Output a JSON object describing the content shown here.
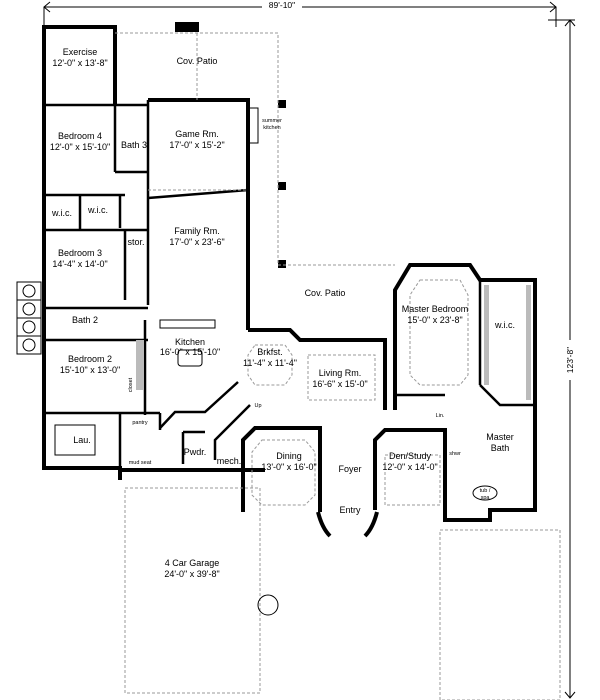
{
  "dimensions": {
    "width": "89'-10\"",
    "depth": "123'-8\""
  },
  "rooms": {
    "exercise": {
      "name": "Exercise",
      "size": "12'-0\" x 13'-8\""
    },
    "cov_patio_top": {
      "name": "Cov. Patio"
    },
    "bedroom4": {
      "name": "Bedroom 4",
      "size": "12'-0\" x 15'-10\""
    },
    "bath3": {
      "name": "Bath 3"
    },
    "game": {
      "name": "Game Rm.",
      "size": "17'-0\" x 15'-2\""
    },
    "summer_kitchen": {
      "line1": "summer",
      "line2": "kitchen"
    },
    "wic_left": {
      "name": "w.i.c."
    },
    "wic_right": {
      "name": "w.i.c."
    },
    "family": {
      "name": "Family Rm.",
      "size": "17'-0\" x 23'-6\""
    },
    "stor": {
      "name": "stor."
    },
    "bedroom3": {
      "name": "Bedroom 3",
      "size": "14'-4\" x 14'-0\""
    },
    "cov_patio_mid": {
      "name": "Cov. Patio"
    },
    "bath2": {
      "name": "Bath 2"
    },
    "kitchen": {
      "name": "Kitchen",
      "size": "16'-0\" x 15'-10\""
    },
    "brkfst": {
      "name": "Brkfst.",
      "size": "11'-4\" x 11'-4\""
    },
    "living": {
      "name": "Living Rm.",
      "size": "16'-6\" x 15'-0\""
    },
    "master_bedroom": {
      "name": "Master Bedroom",
      "size": "15'-0\" x 23'-8\""
    },
    "master_wic": {
      "name": "w.i.c."
    },
    "bedroom2": {
      "name": "Bedroom 2",
      "size": "15'-10\" x 13'-0\""
    },
    "closet": {
      "name": "closet"
    },
    "lau": {
      "name": "Lau."
    },
    "pantry": {
      "name": "pantry"
    },
    "mud_seat": {
      "name": "mud seat"
    },
    "pwdr": {
      "name": "Pwdr."
    },
    "mech": {
      "name": "mech."
    },
    "up": {
      "name": "Up"
    },
    "lin": {
      "name": "Lin."
    },
    "dining": {
      "name": "Dining",
      "size": "13'-0\" x 16'-0\""
    },
    "foyer": {
      "name": "Foyer"
    },
    "entry": {
      "name": "Entry"
    },
    "den": {
      "name": "Den/Study",
      "size": "12'-0\" x 14'-0\""
    },
    "master_bath": {
      "line1": "Master",
      "line2": "Bath"
    },
    "shwr": {
      "name": "shwr"
    },
    "tub": {
      "line1": "tub /",
      "line2": "spa"
    },
    "garage": {
      "name": "4 Car Garage",
      "size": "24'-0\" x 39'-8\""
    }
  }
}
